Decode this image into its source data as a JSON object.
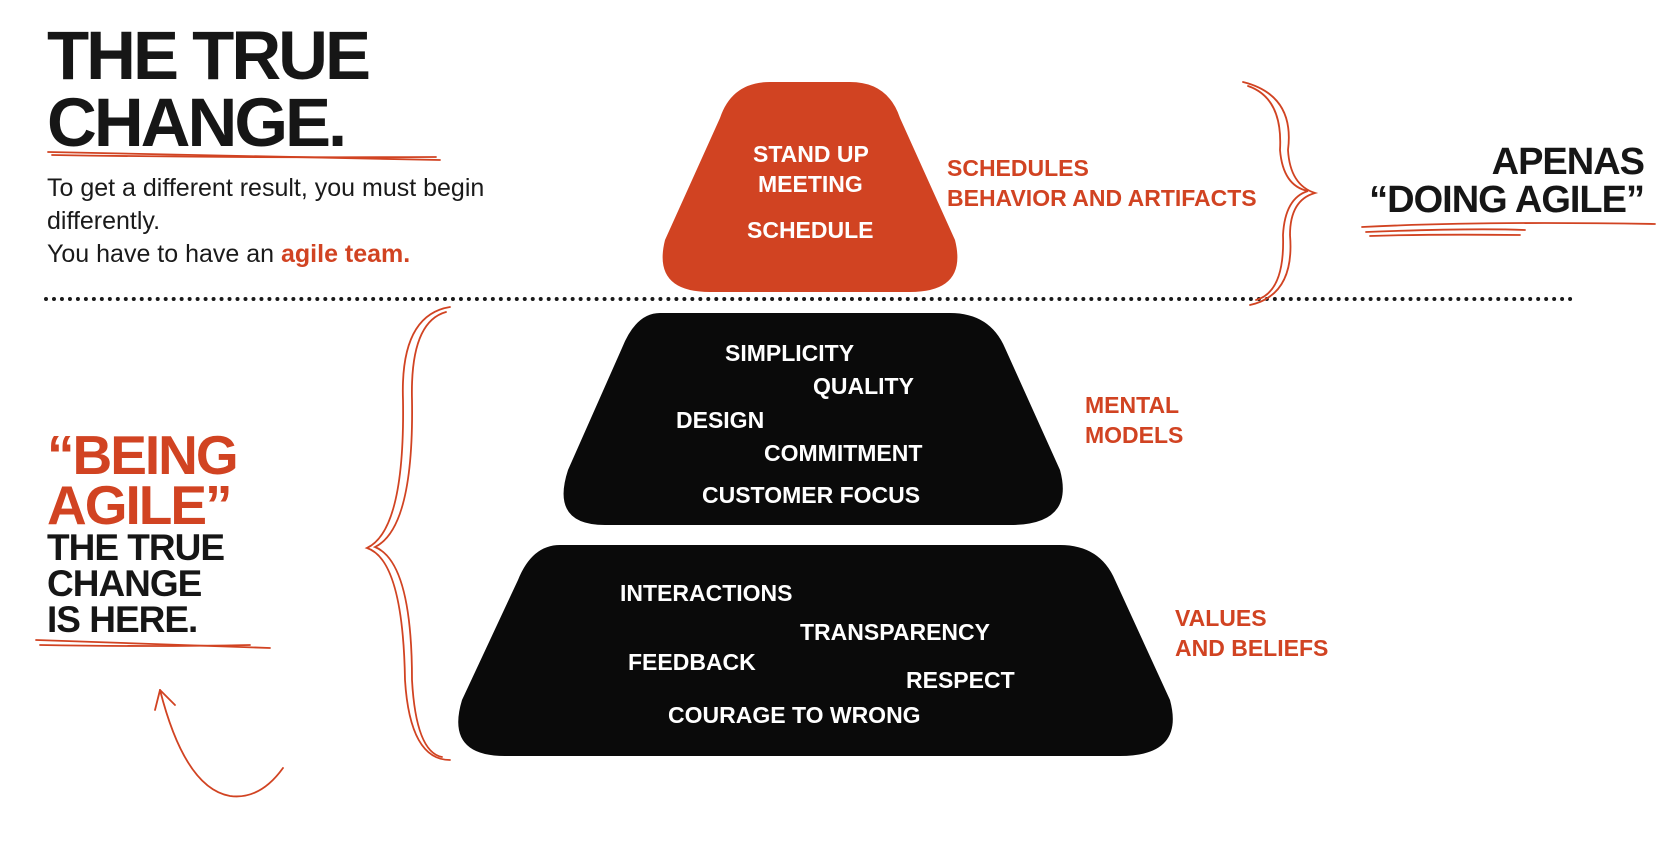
{
  "headline": {
    "line1": "THE TRUE",
    "line2": "CHANGE."
  },
  "intro": {
    "line1": "To get a different result, you must begin",
    "line2": "differently.",
    "line3_prefix": "You have to have an ",
    "line3_highlight": "agile team."
  },
  "being": {
    "quote1": "“BEING",
    "quote2": "AGILE”",
    "line1": "THE TRUE",
    "line2": "CHANGE",
    "line3": "IS HERE."
  },
  "doing": {
    "line1": "APENAS",
    "line2": "“DOING AGILE”"
  },
  "tiers": {
    "top": {
      "words": [
        "STAND UP",
        "MEETING",
        "SCHEDULE"
      ],
      "label": [
        "SCHEDULES",
        "BEHAVIOR AND ARTIFACTS"
      ]
    },
    "middle": {
      "words": [
        "SIMPLICITY",
        "QUALITY",
        "DESIGN",
        "COMMITMENT",
        "CUSTOMER FOCUS"
      ],
      "label": [
        "MENTAL",
        "MODELS"
      ]
    },
    "bottom": {
      "words": [
        "INTERACTIONS",
        "TRANSPARENCY",
        "FEEDBACK",
        "RESPECT",
        "COURAGE TO WRONG"
      ],
      "label": [
        "VALUES",
        "AND BELIEFS"
      ]
    }
  },
  "colors": {
    "accent": "#d14322",
    "dark": "#0a0a0a",
    "text": "#161616"
  }
}
